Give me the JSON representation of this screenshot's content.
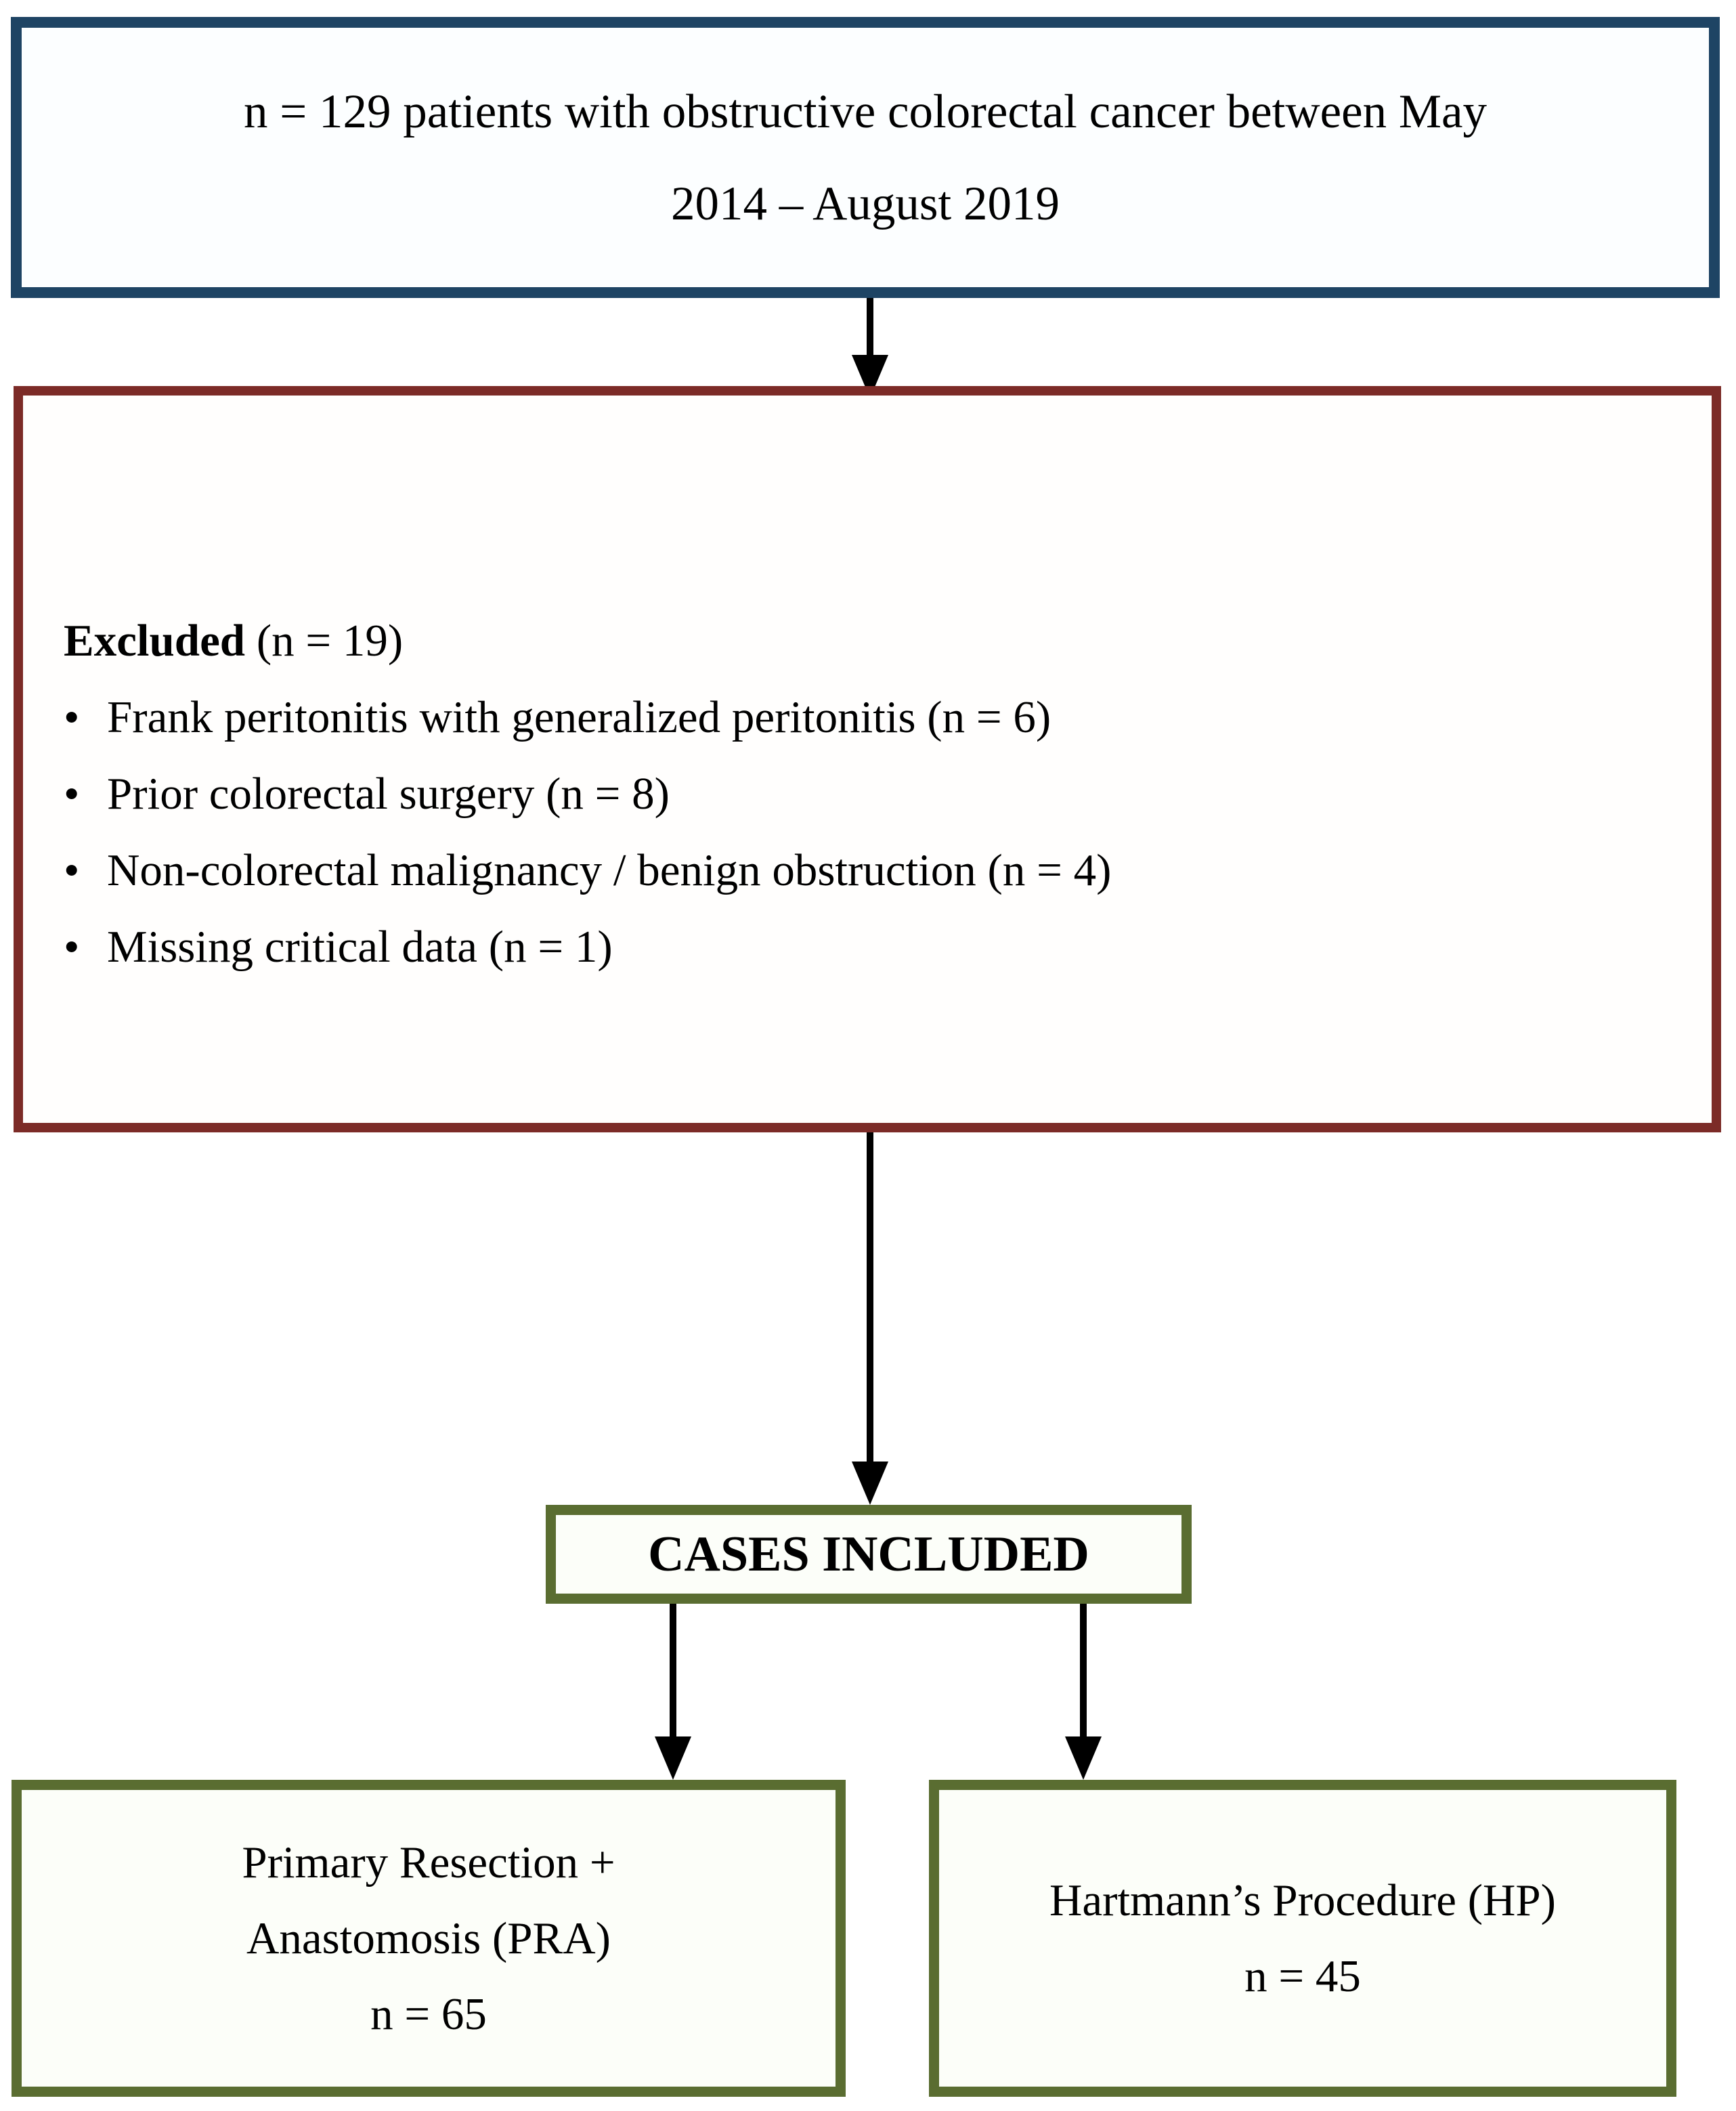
{
  "diagram": {
    "top_box": {
      "line1": "n = 129 patients with obstructive colorectal cancer between May",
      "line2": "2014 – August 2019"
    },
    "excluded_box": {
      "heading_bold": "Excluded",
      "heading_rest": " (n = 19)",
      "bullet_glyph": "•",
      "bullets": [
        "Frank peritonitis with generalized peritonitis (n = 6)",
        "Prior colorectal surgery (n = 8)",
        "Non-colorectal malignancy / benign obstruction (n = 4)",
        "Missing critical data (n = 1)"
      ]
    },
    "cases_box": {
      "label": "CASES INCLUDED"
    },
    "pra_box": {
      "line1": "Primary Resection +",
      "line2": "Anastomosis (PRA)",
      "line3": "n = 65"
    },
    "hp_box": {
      "line1": "Hartmann’s Procedure (HP)",
      "line2": "n = 45"
    },
    "colors": {
      "top_box_border": "#1e4464",
      "excluded_box_border": "#7c2b27",
      "included_box_border": "#5a6d31",
      "arrow": "#000000"
    }
  }
}
